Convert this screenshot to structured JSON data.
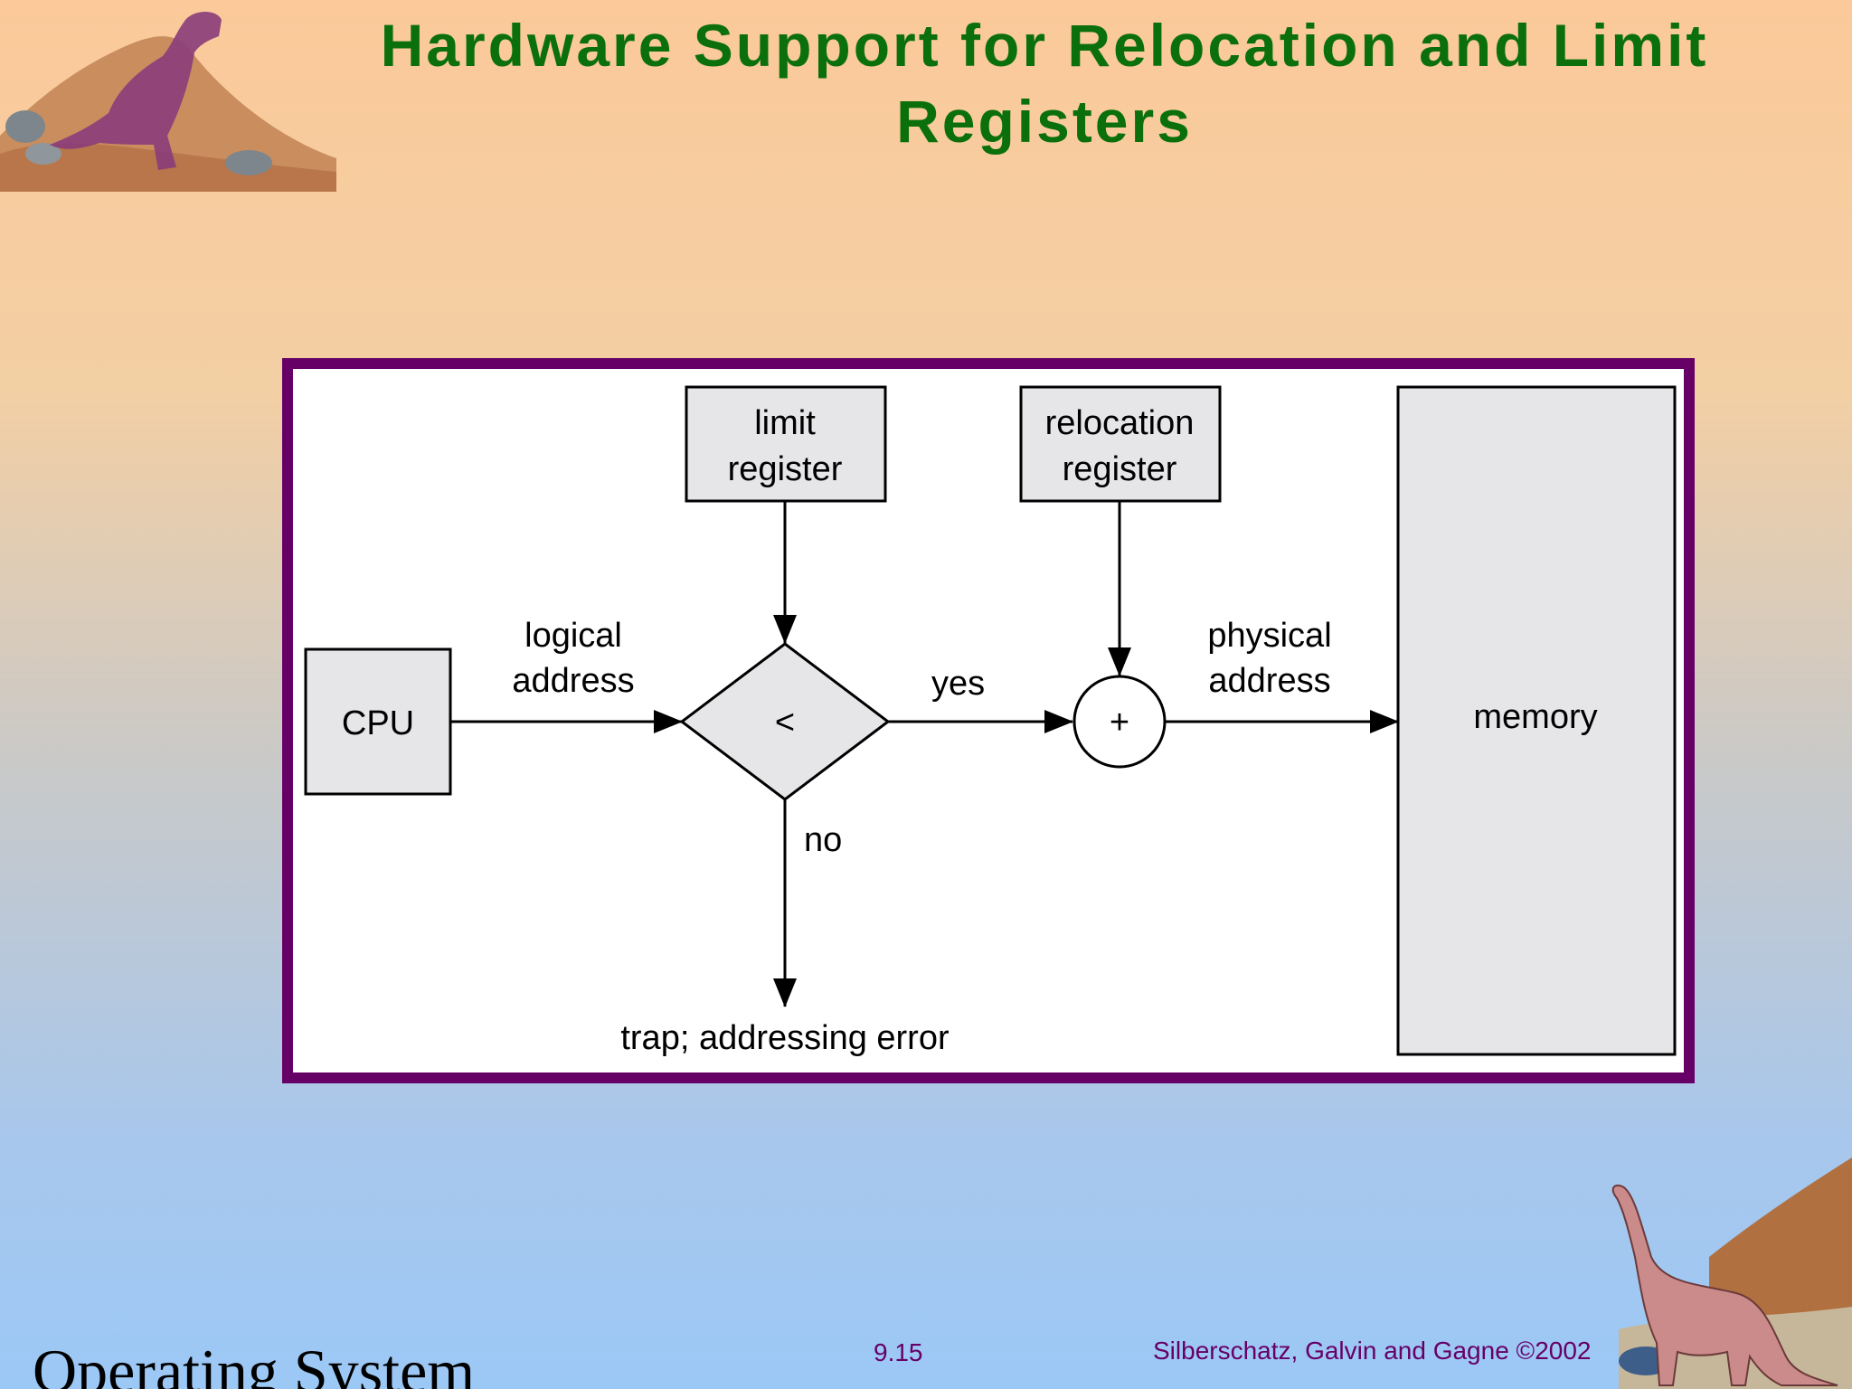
{
  "slide": {
    "title_line1": "Hardware Support for Relocation and Limit",
    "title_line2": "Registers",
    "colors": {
      "title": "#0b700b",
      "frame": "#660066",
      "footer_text": "#660066",
      "box_fill": "#e6e5e8"
    },
    "decorations": [
      "t-rex-dinosaur",
      "brontosaurus-dinosaur"
    ]
  },
  "diagram": {
    "nodes": {
      "cpu": "CPU",
      "limit_register": [
        "limit",
        "register"
      ],
      "relocation_register": [
        "relocation",
        "register"
      ],
      "comparator": "<",
      "adder": "+",
      "memory": "memory"
    },
    "edge_labels": {
      "logical_address": [
        "logical",
        "address"
      ],
      "physical_address": [
        "physical",
        "address"
      ],
      "yes": "yes",
      "no": "no",
      "trap": "trap; addressing error"
    }
  },
  "footer": {
    "course": "Operating System",
    "page": "9.15",
    "authors": "Silberschatz, Galvin and  Gagne ©2002"
  }
}
